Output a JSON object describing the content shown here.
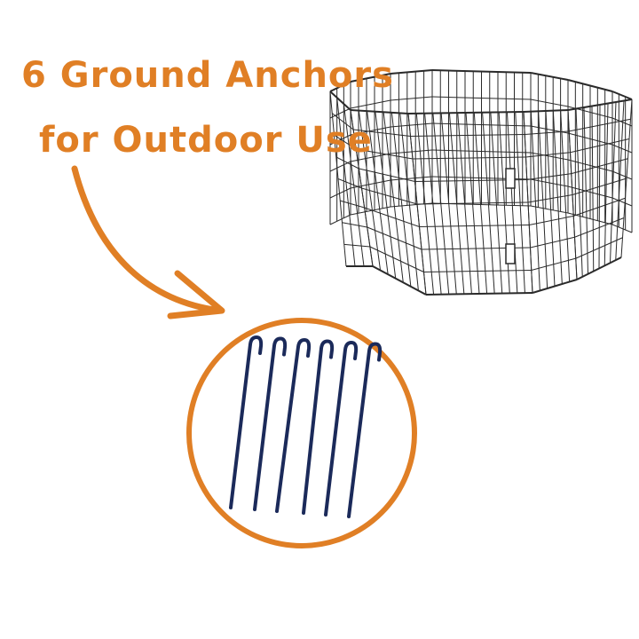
{
  "headline": {
    "line1": "6 Ground Anchors",
    "line2": "for Outdoor Use"
  },
  "colors": {
    "accent": "#e07f25",
    "anchor": "#1b2a5a",
    "pen": "#2a2a2a"
  },
  "anchors": {
    "count": 6
  }
}
